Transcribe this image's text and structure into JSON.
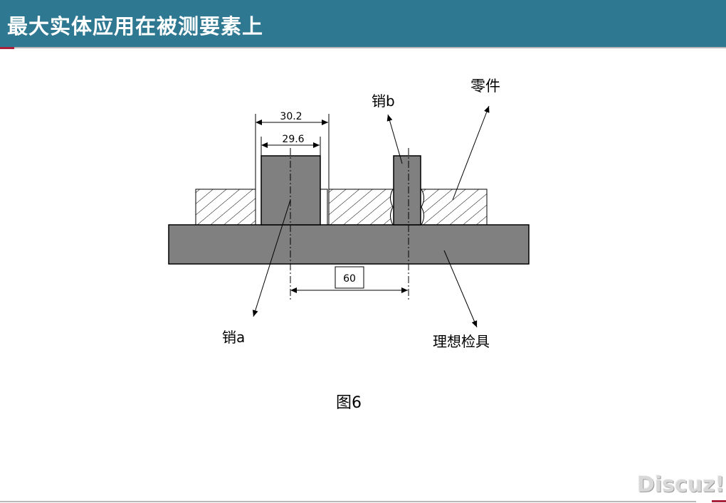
{
  "slide": {
    "title": "最大实体应用在被测要素上",
    "figure_caption": "图6",
    "watermark": "Discuz!"
  },
  "diagram": {
    "dimensions": {
      "outer_width": "30.2",
      "inner_width": "29.6",
      "center_distance": "60"
    },
    "labels": {
      "pin_b": "销b",
      "part": "零件",
      "pin_a": "销a",
      "gauge": "理想检具"
    }
  },
  "colors": {
    "title_bar": "#2f7891",
    "solid_fill": "#808080",
    "accent": "#a8203a"
  }
}
